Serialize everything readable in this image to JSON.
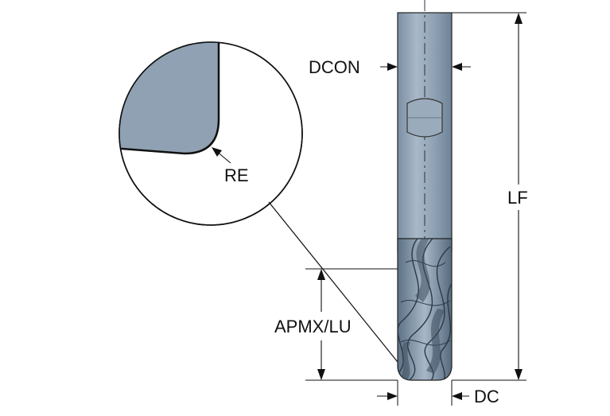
{
  "labels": {
    "dcon": "DCON",
    "re": "RE",
    "lf": "LF",
    "apmx_lu": "APMX/LU",
    "dc": "DC"
  },
  "colors": {
    "tool_body": "#8fa1b3",
    "tool_dark": "#5e7286",
    "tool_light": "#b8c6d3",
    "line": "#111111",
    "background": "#ffffff"
  }
}
